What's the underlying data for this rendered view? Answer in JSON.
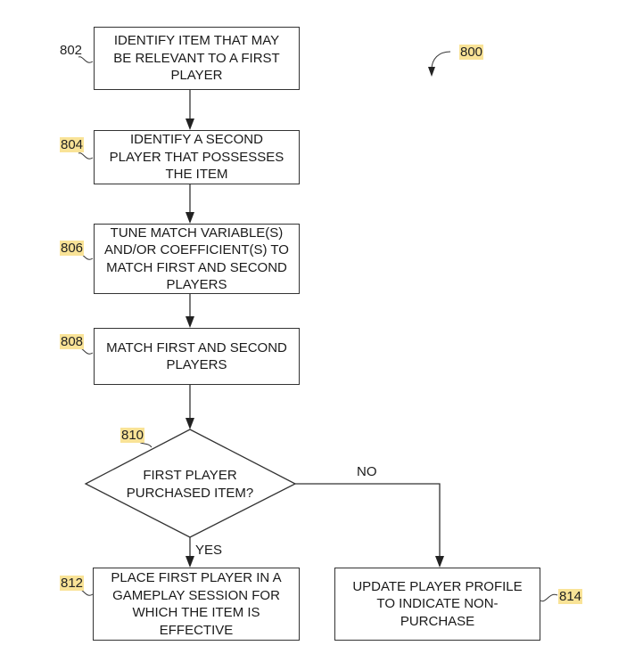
{
  "figure": {
    "number": "800",
    "steps": [
      {
        "ref": "802",
        "text": "IDENTIFY ITEM THAT MAY\nBE RELEVANT TO A FIRST\nPLAYER",
        "ref_highlighted": false
      },
      {
        "ref": "804",
        "text": "IDENTIFY A SECOND\nPLAYER THAT POSSESSES\nTHE ITEM",
        "ref_highlighted": true
      },
      {
        "ref": "806",
        "text": "TUNE MATCH VARIABLE(S)\nAND/OR COEFFICIENT(S) TO\nMATCH FIRST AND SECOND\nPLAYERS",
        "ref_highlighted": true
      },
      {
        "ref": "808",
        "text": "MATCH FIRST AND SECOND\nPLAYERS",
        "ref_highlighted": true
      }
    ],
    "decision": {
      "ref": "810",
      "text": "FIRST PLAYER\nPURCHASED ITEM?",
      "yes_label": "YES",
      "no_label": "NO"
    },
    "yes_step": {
      "ref": "812",
      "text": "PLACE FIRST PLAYER IN A\nGAMEPLAY SESSION FOR\nWHICH THE ITEM IS\nEFFECTIVE"
    },
    "no_step": {
      "ref": "814",
      "text": "UPDATE PLAYER PROFILE\nTO INDICATE NON-\nPURCHASE"
    },
    "highlight_color": "#f9e397",
    "line_color": "#333333"
  }
}
